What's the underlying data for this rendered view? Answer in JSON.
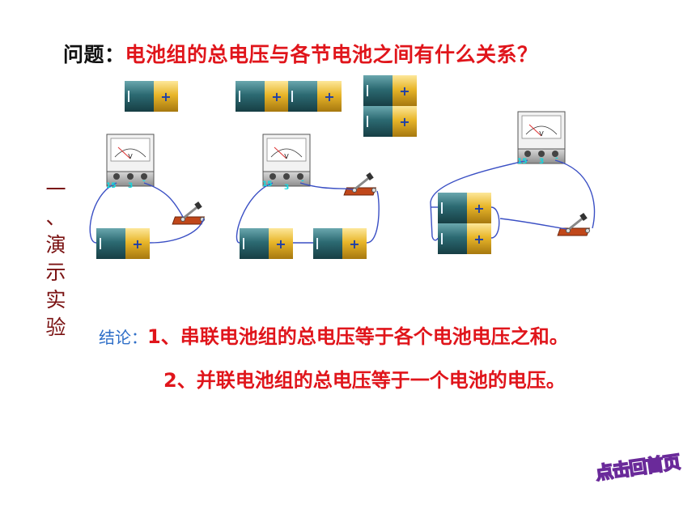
{
  "question": {
    "label": "问题：",
    "text": "电池组的总电压与各节电池之间有什么关系？"
  },
  "side_title": {
    "chars": [
      "一",
      "、",
      "演",
      "示",
      "实",
      "验"
    ]
  },
  "conclusion": {
    "label": "结论：",
    "item1_num": "1",
    "item1_text": "、串联电池组的总电压等于各个电池电压之和。",
    "item2_num": "2",
    "item2_text": "、并联电池组的总电压等于一个电池的电压。"
  },
  "battery_symbols": {
    "minus": "—",
    "plus": "+"
  },
  "terminal_labels": {
    "t1": "15",
    "t2": "3",
    "t3": "-"
  },
  "voltmeter_symbol": "V",
  "home_button": {
    "label": "点击回首页"
  },
  "colors": {
    "question_text": "#e0151b",
    "side_title": "#7a1212",
    "conclusion_label": "#2f6fc8",
    "battery_left": "#2c6a72",
    "battery_right": "#e8b62a",
    "wire": "#3a4fc4",
    "terminal_label": "#10d8e0"
  }
}
